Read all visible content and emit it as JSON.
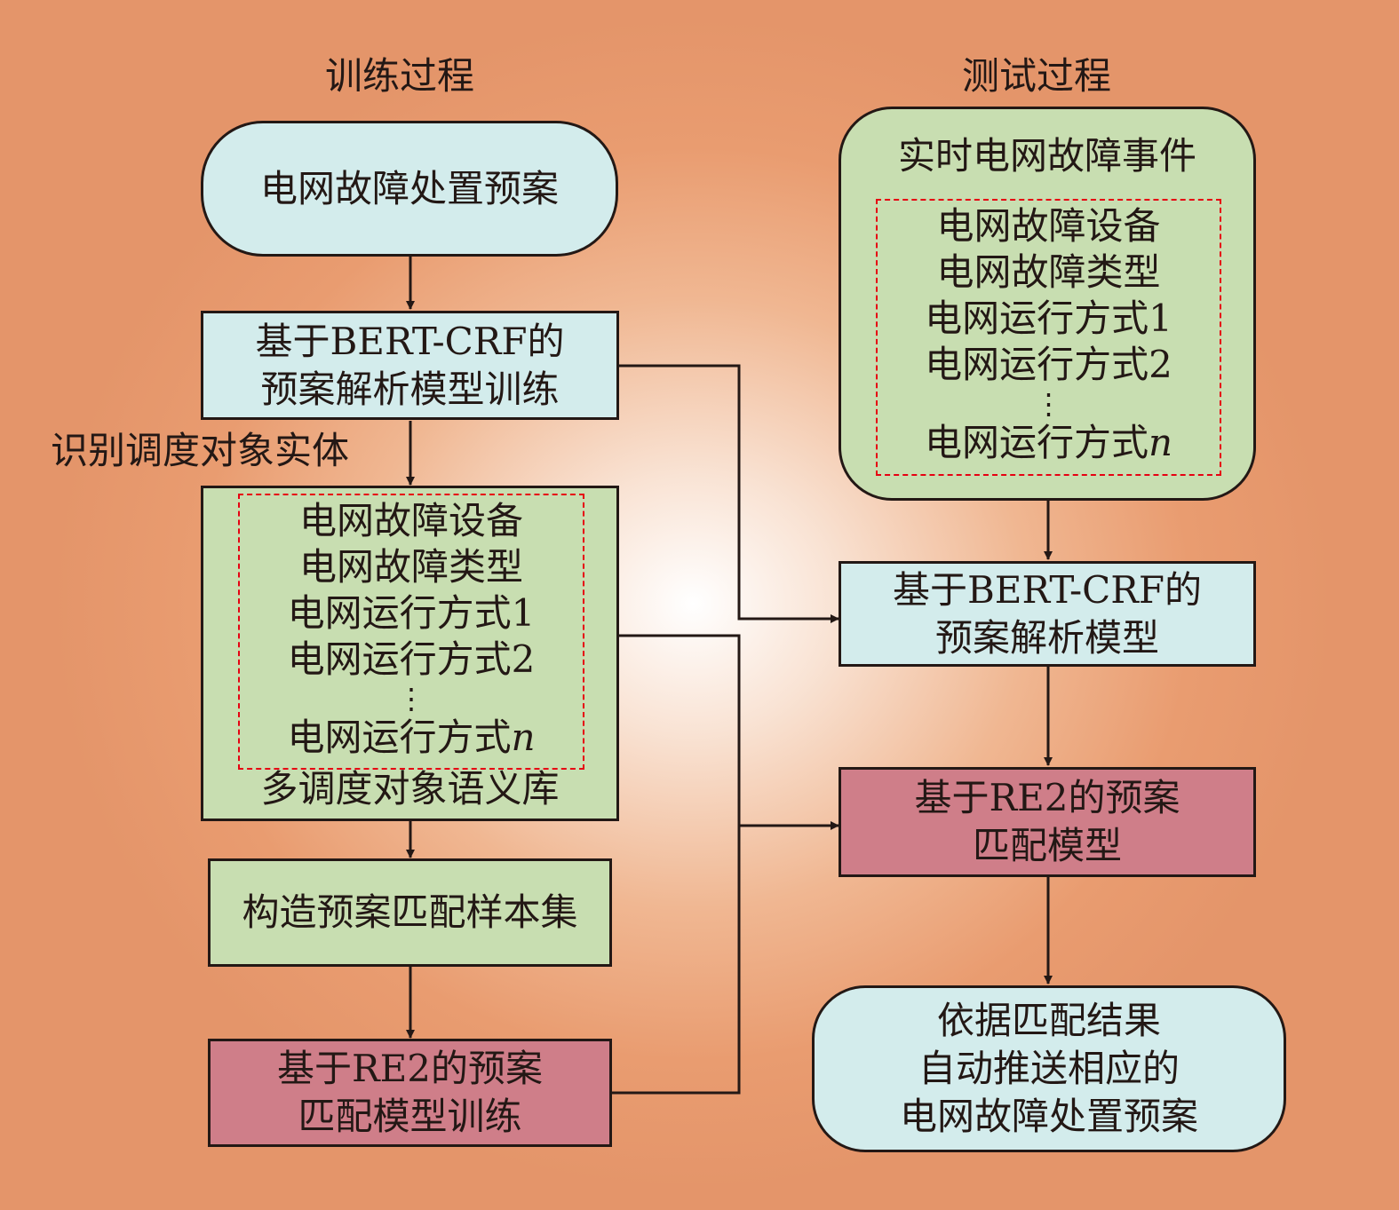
{
  "headers": {
    "train": "训练过程",
    "test": "测试过程"
  },
  "train": {
    "start": "电网故障处置预案",
    "bert_train": [
      "基于BERT-CRF的",
      "预案解析模型训练"
    ],
    "edge_label": "识别调度对象实体",
    "semantic_lib": {
      "entities": [
        "电网故障设备",
        "电网故障类型",
        "电网运行方式1",
        "电网运行方式2"
      ],
      "ellipsis": "⋮",
      "last_prefix": "电网运行方式",
      "last_var": "n",
      "caption": "多调度对象语义库"
    },
    "sample_set": "构造预案匹配样本集",
    "re2_train": [
      "基于RE2的预案",
      "匹配模型训练"
    ]
  },
  "test": {
    "event": {
      "title": "实时电网故障事件",
      "entities": [
        "电网故障设备",
        "电网故障类型",
        "电网运行方式1",
        "电网运行方式2"
      ],
      "ellipsis": "⋮",
      "last_prefix": "电网运行方式",
      "last_var": "n"
    },
    "bert_model": [
      "基于BERT-CRF的",
      "预案解析模型"
    ],
    "re2_model": [
      "基于RE2的预案",
      "匹配模型"
    ],
    "result": [
      "依据匹配结果",
      "自动推送相应的",
      "电网故障处置预案"
    ]
  }
}
